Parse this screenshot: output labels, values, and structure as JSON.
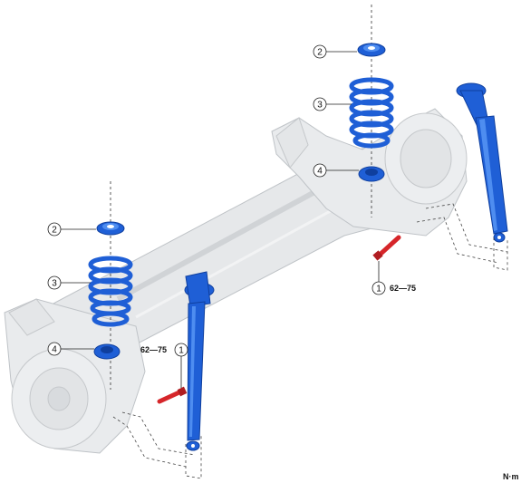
{
  "diagram": {
    "callouts": {
      "bolt_right": "1",
      "bolt_left": "1",
      "upper_seat_right": "2",
      "upper_seat_left": "2",
      "spring_right": "3",
      "spring_left": "3",
      "lower_seat_right": "4",
      "lower_seat_left": "4"
    },
    "torque_right": "62—75",
    "torque_left": "62—75",
    "unit": "N·m"
  },
  "colors": {
    "part_blue": "#1f5fd6",
    "part_blue_dark": "#0f3f9e",
    "part_blue_light": "#4e8df0",
    "bolt_red": "#d6262a",
    "axle_gray": "#e6e8ea",
    "axle_edge": "#bfc3c7",
    "leader": "#222222"
  },
  "icons": {
    "callout": "numbered-circle-icon",
    "bolt": "bolt-icon",
    "spring": "coil-spring-icon",
    "shock": "shock-absorber-icon"
  }
}
